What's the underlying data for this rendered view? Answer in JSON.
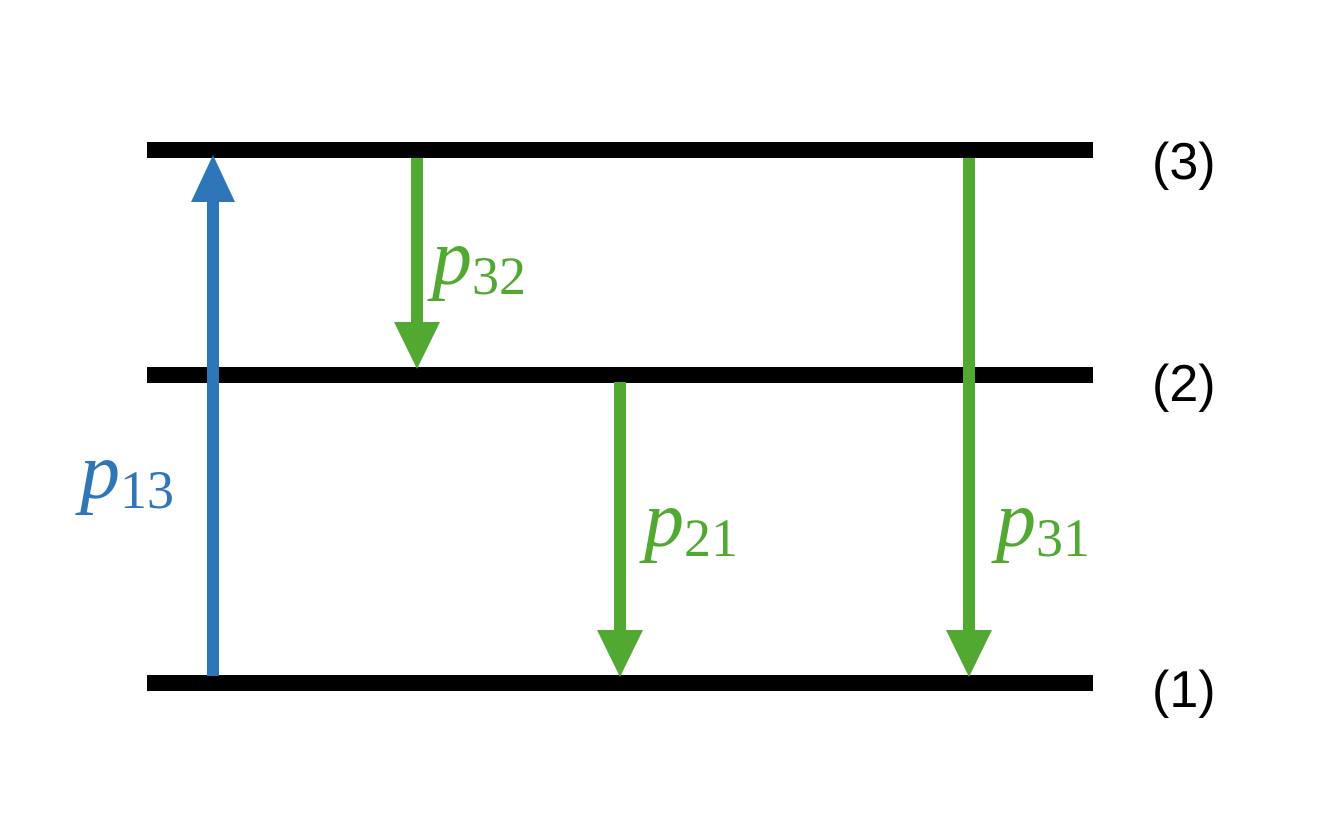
{
  "colors": {
    "level": "#000000",
    "excitation": "#2f76b9",
    "decay": "#52a932"
  },
  "levels": [
    {
      "id": "3",
      "label": "(3)"
    },
    {
      "id": "2",
      "label": "(2)"
    },
    {
      "id": "1",
      "label": "(1)"
    }
  ],
  "transitions": [
    {
      "id": "p13",
      "symbol": "p",
      "subscript": "13",
      "from": "1",
      "to": "3",
      "kind": "excitation"
    },
    {
      "id": "p32",
      "symbol": "p",
      "subscript": "32",
      "from": "3",
      "to": "2",
      "kind": "decay"
    },
    {
      "id": "p21",
      "symbol": "p",
      "subscript": "21",
      "from": "2",
      "to": "1",
      "kind": "decay"
    },
    {
      "id": "p31",
      "symbol": "p",
      "subscript": "31",
      "from": "3",
      "to": "1",
      "kind": "decay"
    }
  ]
}
